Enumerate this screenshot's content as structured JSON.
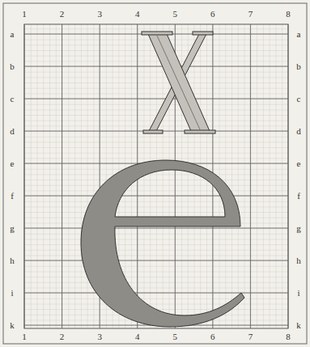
{
  "diagram": {
    "labels": [
      "a",
      "b",
      "c",
      "d",
      "e",
      "f",
      "g",
      "h",
      "i",
      "k",
      "a",
      "b",
      "c",
      "d",
      "e",
      "f",
      "g",
      "h",
      "i",
      "k",
      "1",
      "2",
      "3",
      "4",
      "5",
      "6",
      "7",
      "8",
      "1",
      "2",
      "3",
      "4",
      "5",
      "6",
      "7",
      "8"
    ]
  }
}
